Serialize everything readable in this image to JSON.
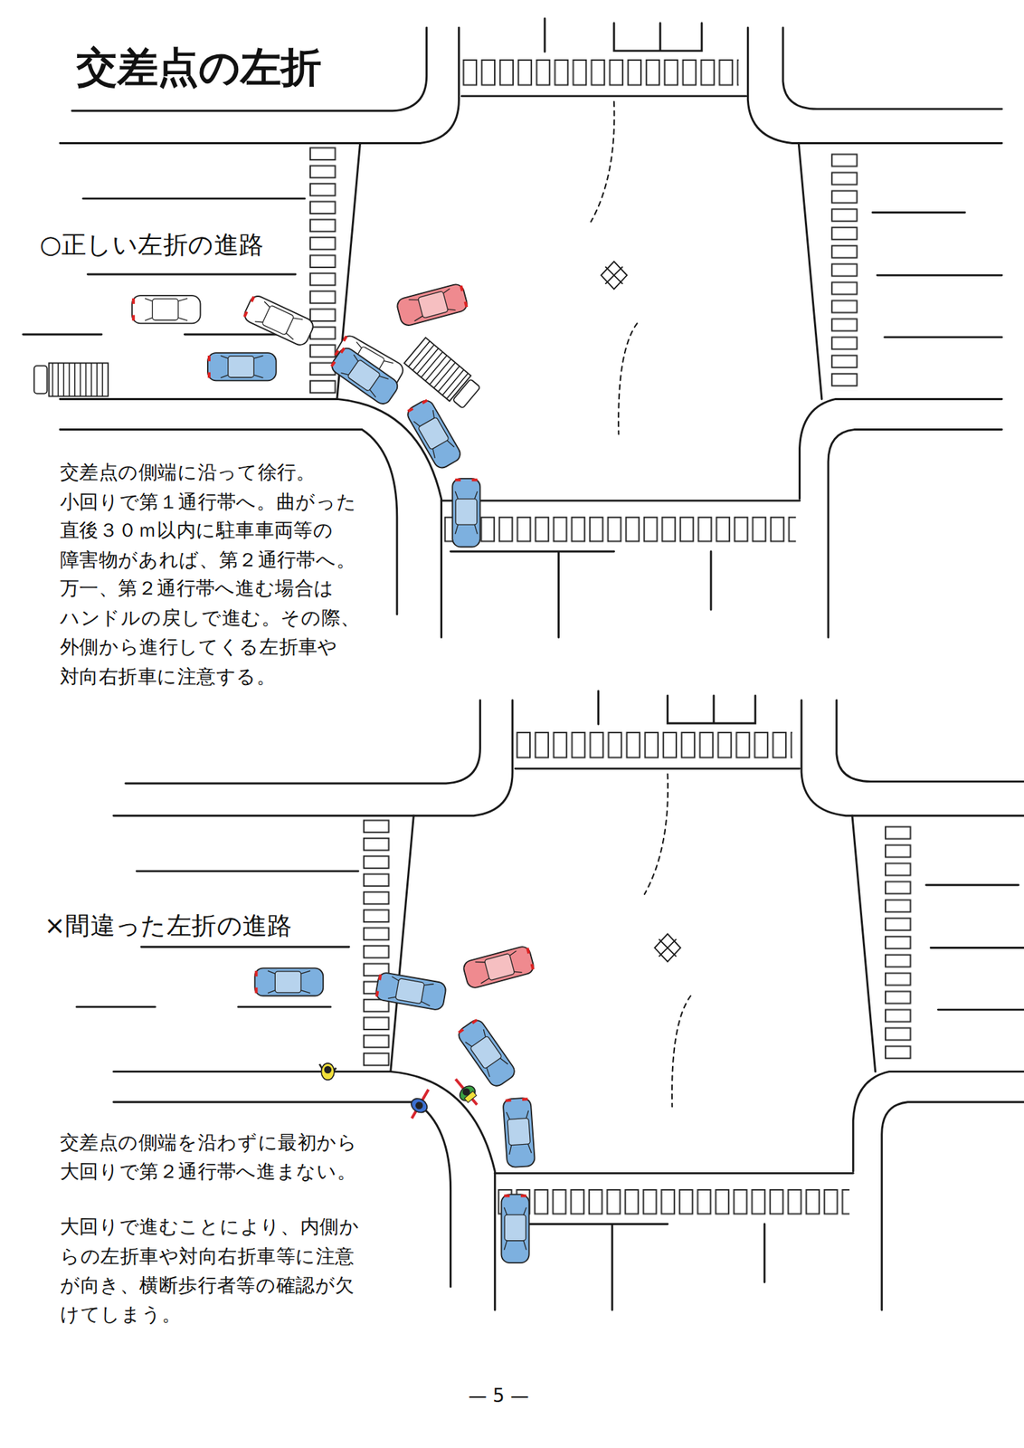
{
  "diagram": {
    "title": "交差点の左折",
    "labels": [
      "○正しい左折の進路",
      "交差点の側端に沿って徐行。 小回りで第１通行帯へ。曲がった 直後３０ｍ以内に駐車車両等の 障害物があれば、第２通行帯へ。 万一、第２通行帯へ進む場合は ハンドルの戻しで進む。その際、 外側から進行してくる左折車や 対向右折車に注意する。",
      "×間違った左折の進路",
      "交差点の側端を沿わずに最初から 大回りで第２通行帯へ進まない。",
      "大回りで進むことにより、内側か らの左折車や対向右折車等に注意 が向き、横断歩行者等の確認が欠 けてしまう。",
      "— 5 —"
    ]
  }
}
